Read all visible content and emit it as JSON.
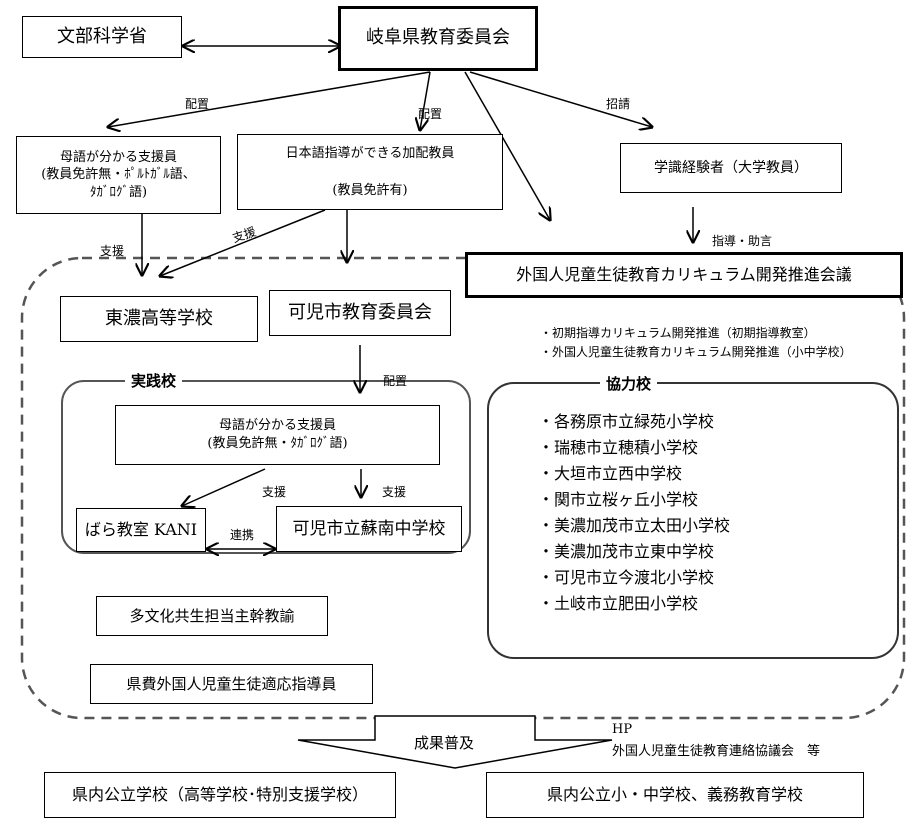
{
  "top": {
    "mext": "文部科学省",
    "gifu_board": "岐阜県教育委員会"
  },
  "supporters": {
    "native_lang_title": "母語が分かる支援員",
    "native_lang_sub1": "(教員免許無・ﾎﾟﾙﾄｶﾞﾙ語、",
    "native_lang_sub2": "ﾀｶﾞﾛｸﾞ語)",
    "jp_teacher_title": "日本語指導ができる加配教員",
    "jp_teacher_sub": "(教員免許有)",
    "expert": "学識経験者（大学教員）"
  },
  "council": {
    "title": "外国人児童生徒教育カリキュラム開発推進会議",
    "note1": "・初期指導カリキュラム開発推進（初期指導教室）",
    "note2": "・外国人児童生徒教育カリキュラム開発推進（小中学校）"
  },
  "middle": {
    "tono_high": "東濃高等学校",
    "kani_board": "可児市教育委員会"
  },
  "practice": {
    "title": "実践校",
    "supporter_title": "母語が分かる支援員",
    "supporter_sub": "(教員免許無・ﾀｶﾞﾛｸﾞ語)",
    "bara": "ばら教室 KANI",
    "sonan": "可児市立蘇南中学校"
  },
  "cooperating": {
    "title": "協力校",
    "schools": [
      "・各務原市立緑苑小学校",
      "・瑞穂市立穂積小学校",
      "・大垣市立西中学校",
      "・関市立桜ヶ丘小学校",
      "・美濃加茂市立太田小学校",
      "・美濃加茂市立東中学校",
      "・可児市立今渡北小学校",
      "・土岐市立肥田小学校"
    ]
  },
  "staff": {
    "multicultural": "多文化共生担当主幹教諭",
    "prefectural": "県費外国人児童生徒適応指導員"
  },
  "labels": {
    "haichi": "配置",
    "shosei": "招請",
    "shien": "支援",
    "shido": "指導・助言",
    "renkei": "連携"
  },
  "bottom": {
    "spread": "成果普及",
    "hp": "HP",
    "liaison": "外国人児童生徒教育連絡協議会　等",
    "public_high": "県内公立学校（高等学校･特別支援学校）",
    "public_elem": "県内公立小・中学校、義務教育学校"
  },
  "colors": {
    "line": "#000000",
    "dashed": "#555555",
    "background": "#ffffff"
  }
}
